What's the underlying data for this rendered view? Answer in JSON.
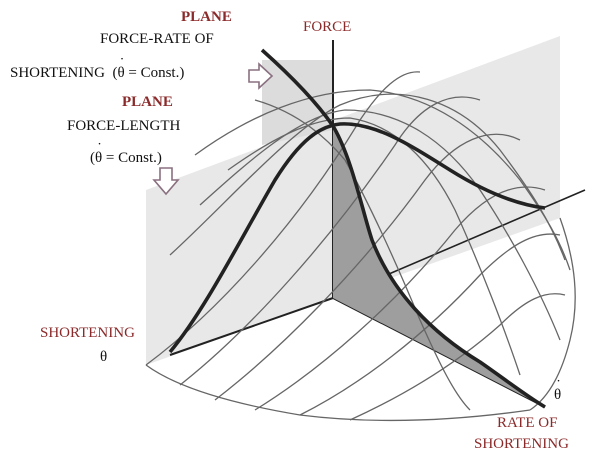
{
  "labels": {
    "plane1_title": "PLANE",
    "plane1_line1": "FORCE-RATE OF",
    "plane1_line2_prefix": "SHORTENING",
    "plane1_eq": "θ = Const.",
    "plane2_title": "PLANE",
    "plane2_line1": "FORCE-LENGTH",
    "plane2_eq": "θ = Const.",
    "axis_force": "FORCE",
    "axis_shortening": "SHORTENING",
    "axis_shortening_symbol": "θ",
    "axis_rate_symbol": "θ",
    "axis_rate_line1": "RATE OF",
    "axis_rate_line2": "SHORTENING"
  },
  "colors": {
    "accent_text": "#8b2a2a",
    "plane_fill": "#e6e6e6",
    "shaded_section": "#9e9e9e",
    "mesh": "#6b6b6b"
  }
}
